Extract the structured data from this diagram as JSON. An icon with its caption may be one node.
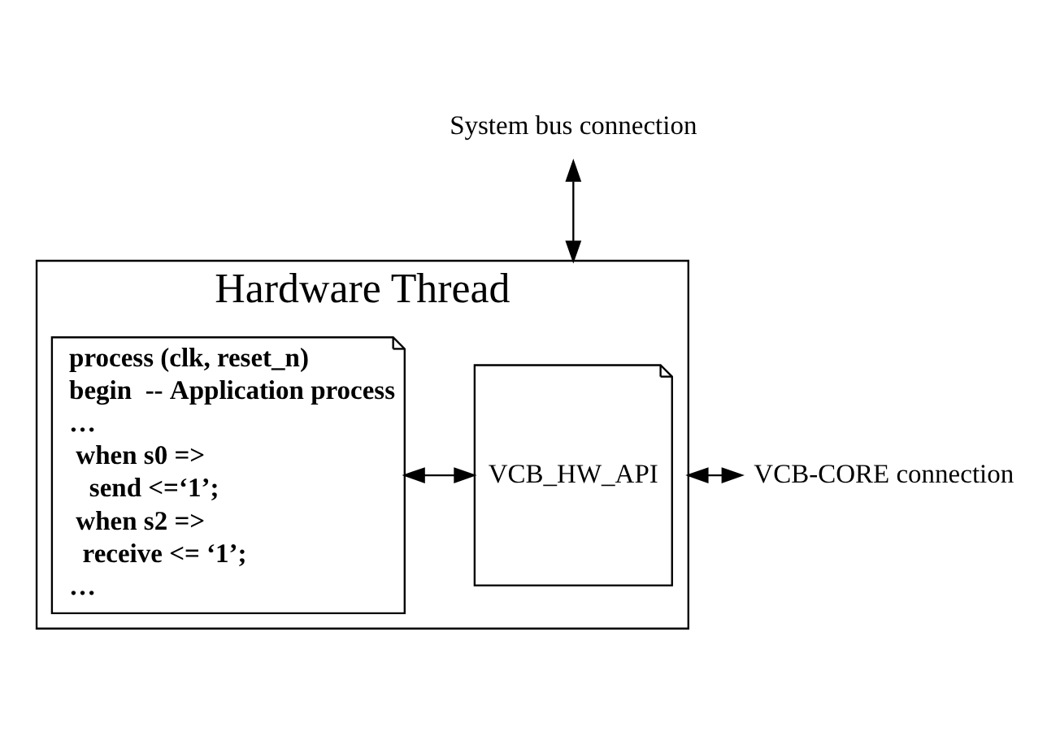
{
  "diagram": {
    "nodes": [
      {
        "text": [
          "System bus connection"
        ]
      },
      {
        "text": [
          "Hardware Thread"
        ]
      },
      {
        "text": [
          "process (clk, reset_n)",
          "begin  -- Application process",
          "…",
          " when s0 =>",
          "   send <=‘1’;",
          " when s2 =>",
          "  receive <= ‘1’;",
          "…"
        ],
        "in": 1
      },
      {
        "text": [
          "VCB_HW_API"
        ],
        "in": 1
      },
      {
        "text": [
          "VCB-CORE connection"
        ]
      }
    ],
    "edges": [
      {
        "from": 0,
        "to": 1,
        "arrow": "both"
      },
      {
        "from": 2,
        "to": 3,
        "arrow": "both"
      },
      {
        "from": 1,
        "to": 4,
        "arrow": "both"
      }
    ]
  }
}
